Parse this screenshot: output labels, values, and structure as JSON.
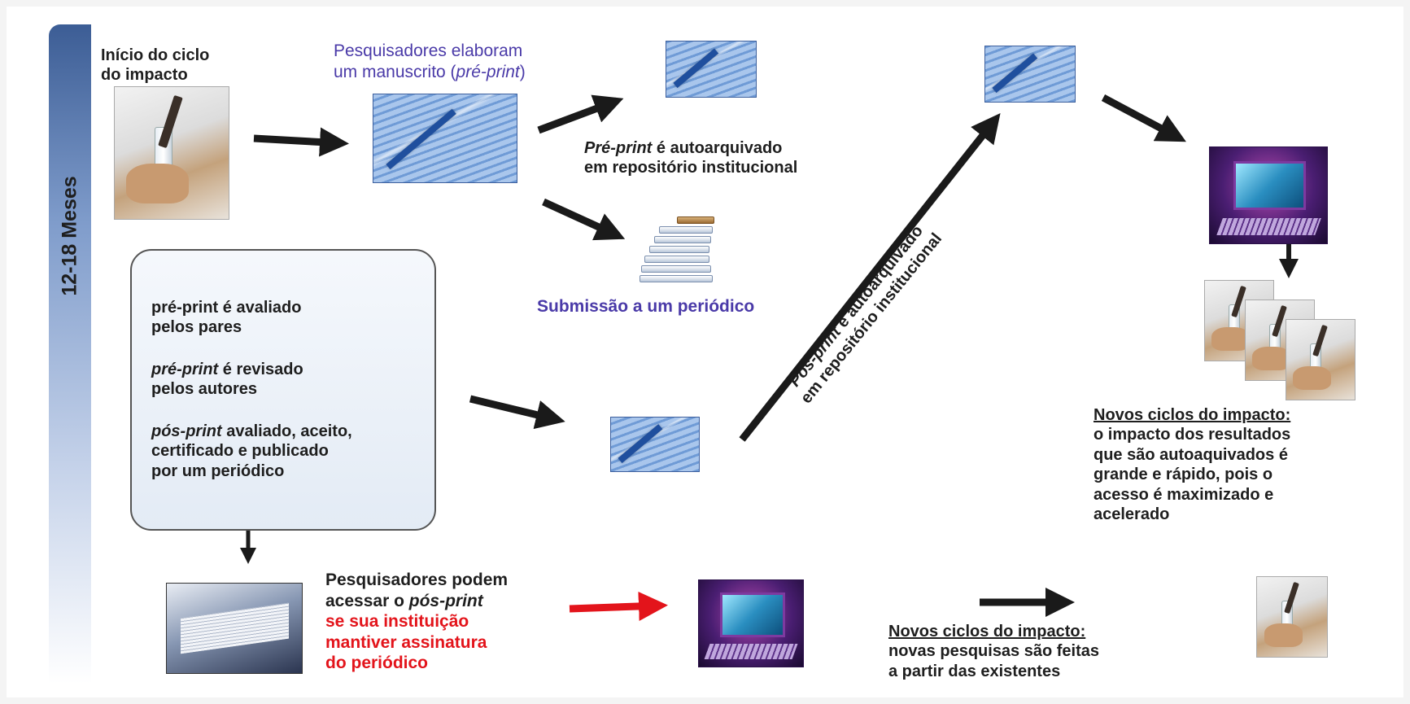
{
  "timebar": {
    "label": "12-18 Meses"
  },
  "start": {
    "line1": "Início do ciclo",
    "line2": "do impacto"
  },
  "manuscript": {
    "line1": "Pesquisadores elaboram",
    "line2_a": "um manuscrito (",
    "line2_b": "pré-print",
    "line2_c": ")"
  },
  "preprint_archived": {
    "line1_a": "Pré-print",
    "line1_b": " é autoarquivado",
    "line2": "em repositório institucional"
  },
  "submission": {
    "label": "Submissão a um periódico"
  },
  "review_box": {
    "p1_line1": "pré-print é avaliado",
    "p1_line2": "pelos pares",
    "p2_line1_a": "pré-print",
    "p2_line1_b": " é revisado",
    "p2_line2": "pelos autores",
    "p3_line1_a": "pós-print",
    "p3_line1_b": " avaliado, aceito,",
    "p3_line2": "certificado e publicado",
    "p3_line3": "por um periódico"
  },
  "postprint_archived": {
    "line1_a": "Pós-print",
    "line1_b": " é autoarquivado",
    "line2": "em repositório institucional"
  },
  "new_cycles_right": {
    "title": "Novos ciclos do impacto:",
    "line1": "o impacto dos resultados",
    "line2": "que são autoaquivados é",
    "line3": "grande e rápido, pois o",
    "line4": "acesso é maximizado e",
    "line5": "acelerado"
  },
  "access": {
    "line1": "Pesquisadores podem",
    "line2_a": "acessar o ",
    "line2_b": "pós-print",
    "line3": "se sua instituição",
    "line4": "mantiver assinatura",
    "line5": "do periódico"
  },
  "new_cycles_bottom": {
    "title": "Novos ciclos do impacto:",
    "line1": "novas pesquisas são feitas",
    "line2": "a partir das existentes"
  },
  "colors": {
    "accent_blue": "#4a3aa8",
    "red": "#e3141b",
    "arrow_dark": "#1a1a1a"
  }
}
